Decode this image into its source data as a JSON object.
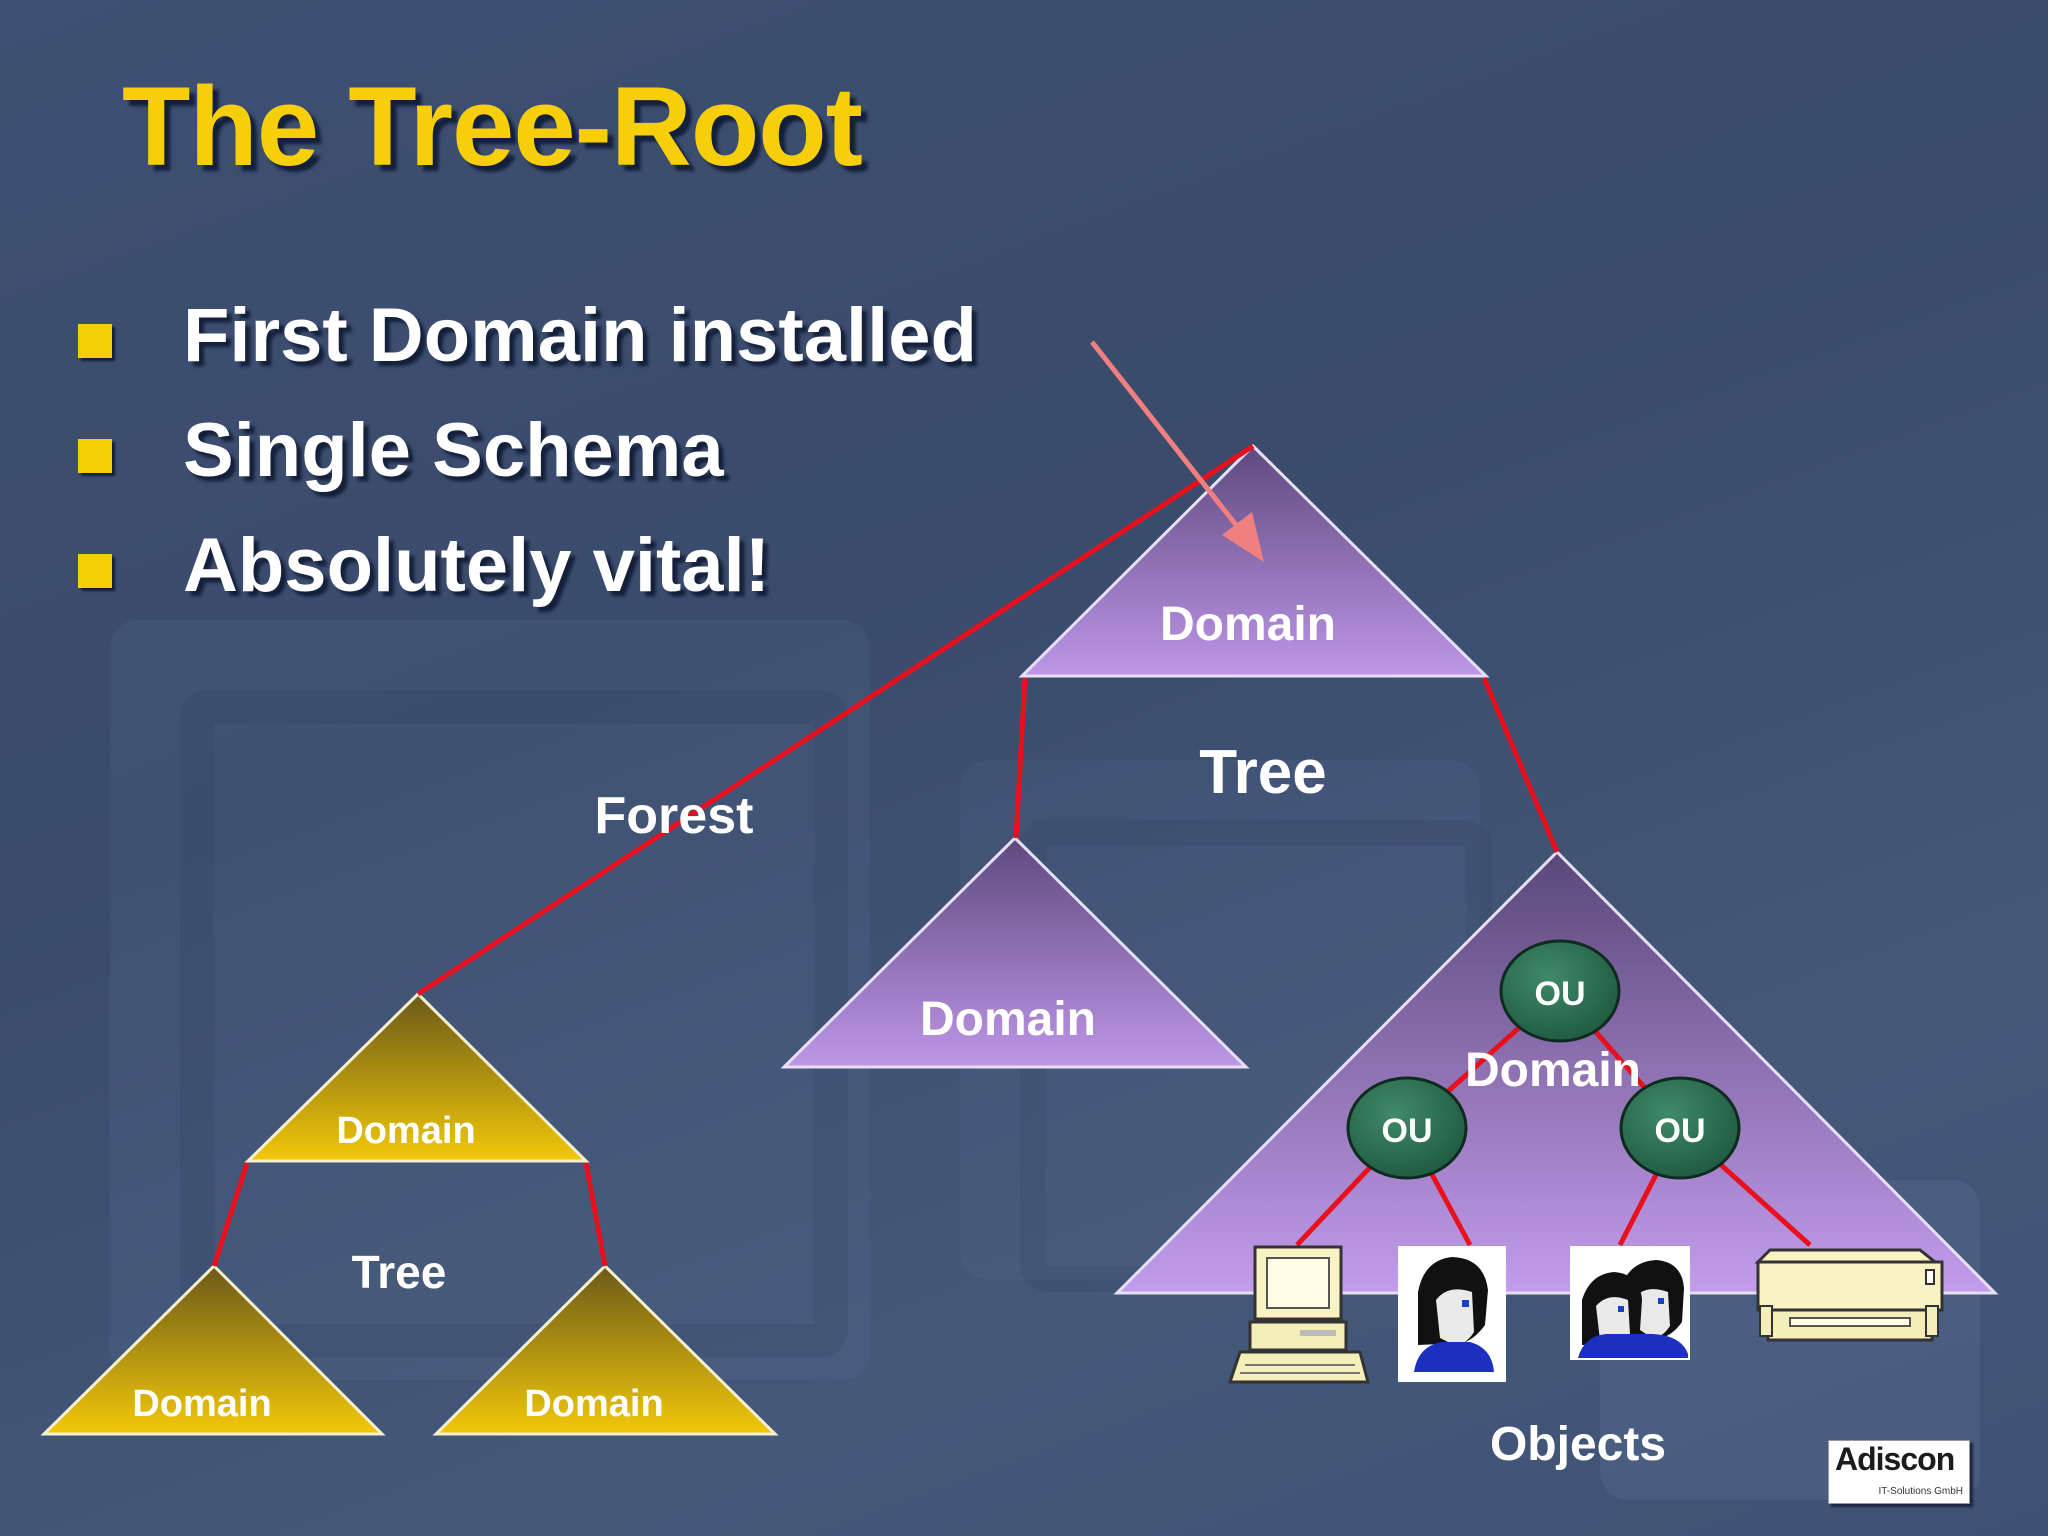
{
  "slide": {
    "title": "The Tree-Root",
    "bullets": [
      "First Domain installed",
      "Single Schema",
      "Absolutely vital!"
    ]
  },
  "diagram": {
    "forest_label": "Forest",
    "main_tree": {
      "root_domain": "Domain",
      "tree_label": "Tree",
      "left_domain": "Domain",
      "right_domain": "Domain",
      "ou_nodes": [
        "OU",
        "OU",
        "OU"
      ],
      "objects_label": "Objects"
    },
    "second_tree": {
      "root_domain": "Domain",
      "tree_label": "Tree",
      "left_domain": "Domain",
      "right_domain": "Domain"
    }
  },
  "logo": {
    "name": "Adiscon",
    "subtitle": "IT-Solutions GmbH"
  },
  "colors": {
    "title": "#f6cf0a",
    "bullet": "#f4cf08",
    "connector": "#e8101c",
    "arrow": "#f08080",
    "purple_domain": "#b790e0",
    "gold_domain": "#d9b40c",
    "ou_node": "#2e6b50"
  },
  "icons": [
    "computer-icon",
    "user-icon",
    "group-icon",
    "printer-icon"
  ]
}
